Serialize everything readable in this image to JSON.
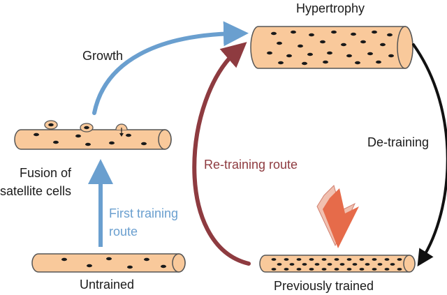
{
  "labels": {
    "hypertrophy": "Hypertrophy",
    "growth": "Growth",
    "detraining": "De-training",
    "fusion_line1": "Fusion of",
    "fusion_line2": "satellite cells",
    "retraining": "Re-training route",
    "first_training_line1": "First training",
    "first_training_line2": "route",
    "untrained": "Untrained",
    "previously_trained": "Previously trained"
  },
  "colors": {
    "fiber_fill": "#f9c99b",
    "fiber_stroke": "#555555",
    "nucleus": "#1a1a1a",
    "growth_arrow": "#6a9fcf",
    "first_training_arrow": "#6a9fcf",
    "retraining_arrow": "#8e3b40",
    "detraining_arrow": "#111111",
    "highlight_arrow": "#e66b4a"
  },
  "icons": {
    "highlight": "down-arrow-icon"
  }
}
